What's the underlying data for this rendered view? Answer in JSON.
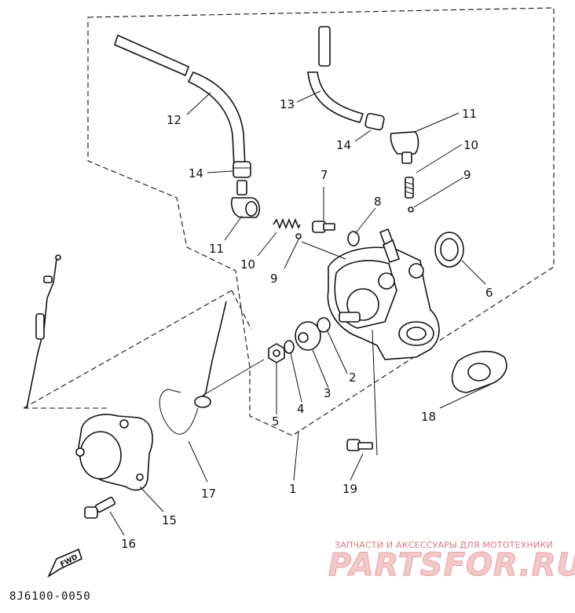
{
  "diagram": {
    "callouts": {
      "c1": "1",
      "c2": "2",
      "c3": "3",
      "c4": "4",
      "c5": "5",
      "c6": "6",
      "c7": "7",
      "c8": "8",
      "c9_left": "9",
      "c9_right": "9",
      "c10_left": "10",
      "c10_right": "10",
      "c11_left": "11",
      "c11_right": "11",
      "c12": "12",
      "c13": "13",
      "c14_left": "14",
      "c14_right": "14",
      "c15": "15",
      "c16": "16",
      "c17": "17",
      "c18": "18",
      "c19": "19"
    },
    "fwd_label": "FWD",
    "doc_code": "8J6100-0050"
  },
  "watermark": {
    "caption": "ЗАПЧАСТИ И АКСЕССУАРЫ ДЛЯ МОТОТЕХНИКИ",
    "brand": "PARTSFOR.RU"
  }
}
